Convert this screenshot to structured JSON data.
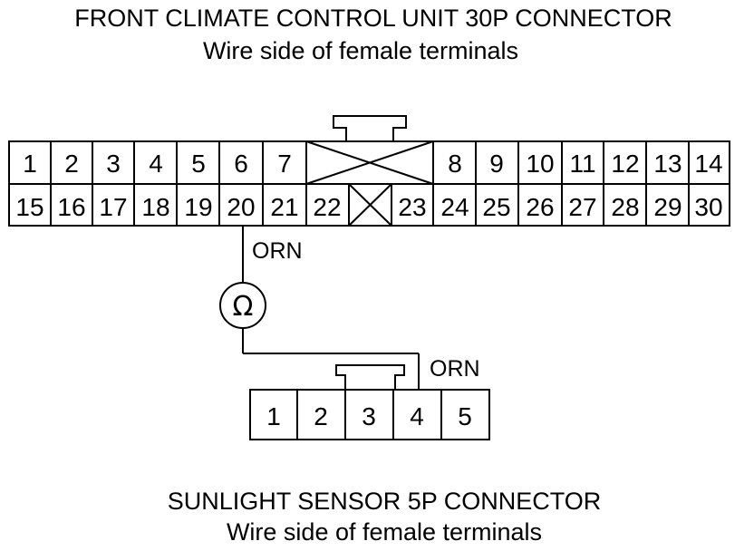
{
  "main_connector": {
    "title": "FRONT CLIMATE CONTROL UNIT 30P CONNECTOR",
    "subtitle": "Wire side of female terminals",
    "top_row": [
      "1",
      "2",
      "3",
      "4",
      "5",
      "6",
      "7",
      "8",
      "9",
      "10",
      "11",
      "12",
      "13",
      "14"
    ],
    "bottom_row": [
      "15",
      "16",
      "17",
      "18",
      "19",
      "20",
      "21",
      "22",
      "23",
      "24",
      "25",
      "26",
      "27",
      "28",
      "29",
      "30"
    ]
  },
  "sensor_connector": {
    "title": "SUNLIGHT SENSOR 5P CONNECTOR",
    "subtitle": "Wire side of female terminals",
    "pins": [
      "1",
      "2",
      "3",
      "4",
      "5"
    ]
  },
  "wires": {
    "upper_color": "ORN",
    "lower_color": "ORN"
  },
  "meter_symbol": "Ω"
}
